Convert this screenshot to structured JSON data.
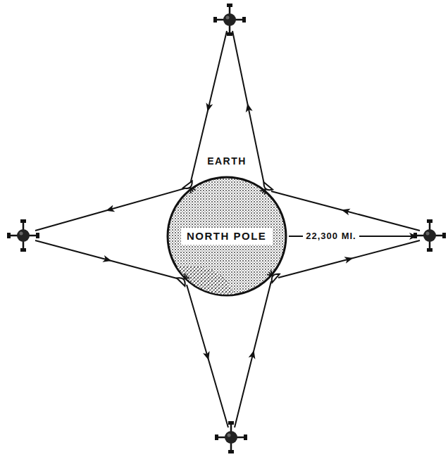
{
  "diagram": {
    "nodes": [
      {
        "text": [
          "EARTH"
        ]
      },
      {
        "text": [
          "NORTH POLE"
        ],
        "in": 0
      }
    ],
    "labels": [
      "22,300 MI."
    ]
  }
}
